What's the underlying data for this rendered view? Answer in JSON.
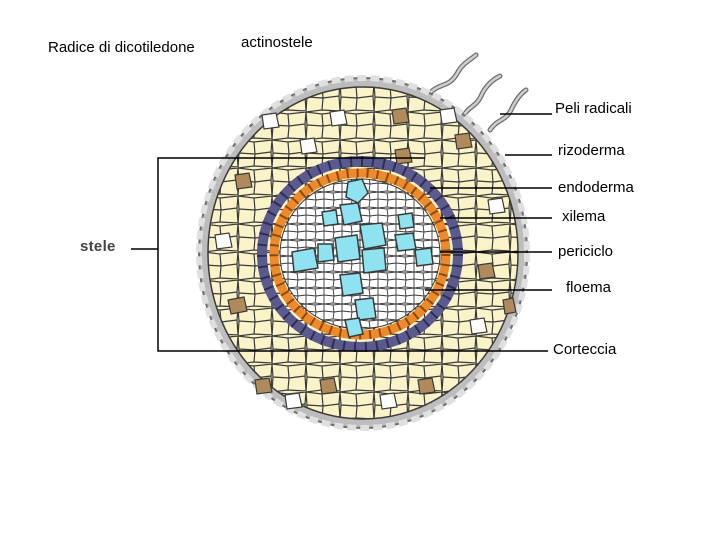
{
  "title": "Radice di dicotiledone",
  "subtitle": "actinostele",
  "labels": {
    "peli": "Peli radicali",
    "rizoderma": "rizoderma",
    "endoderma": "endoderma",
    "xilema": "xilema",
    "periciclo": "periciclo",
    "floema": "floema",
    "corteccia": "Corteccia",
    "stele": "stele"
  },
  "colors": {
    "cortex_fill": "#fbf3c8",
    "cell_outline": "#3a3a3a",
    "rhizoderm": "#a9a9a9",
    "endoderm": "#5a5a8e",
    "pericycle": "#ef8a2a",
    "xylem": "#8fe3f0",
    "phloem_cells": "#ffffff",
    "brown_cells": "#b08a5a",
    "leader_line": "#000000"
  },
  "icons": {
    "root_section": "root-cross-section-icon",
    "root_hairs": "root-hair-icon"
  }
}
